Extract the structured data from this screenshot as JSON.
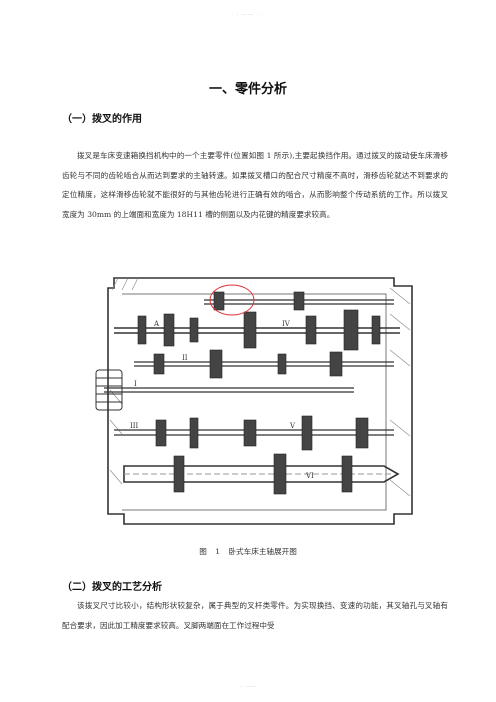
{
  "header_mark": "· · —— · ·",
  "footer_mark": "· · ——",
  "title": "一、零件分析",
  "section1": {
    "heading": "（一）拨叉的作用",
    "paragraph": "拨叉是车床变速箱换挡机构中的一个主要零件(位置如图 1 所示),主要起换挡作用。通过拨叉的拨动使车床滑移齿轮与不同的齿轮啮合从而达到要求的主轴转速。如果拨叉槽口的配合尺寸精度不高时，滑移齿轮就达不到要求的定位精度，这样滑移齿轮就不能很好的与其他齿轮进行正确有效的啮合，从而影响整个传动系统的工作。所以拨叉宽度为 30mm 的上端面和宽度为 18H11 槽的侧面以及内花键的精度要求较高。"
  },
  "figure": {
    "caption": "图 1    卧式车床主轴展开图",
    "labels": {
      "A": "A",
      "IV": "IV",
      "II": "II",
      "I": "I",
      "III": "III",
      "V": "V",
      "VI": "VI"
    }
  },
  "section2": {
    "heading": "（二）拨叉的工艺分析",
    "paragraph": "该拨叉尺寸比较小，结构形状较复杂，属于典型的叉杆类零件。为实现换挡、变速的功能，其叉轴孔与叉轴有配合要求，因此加工精度要求较高。叉脚两端面在工作过程中受"
  }
}
